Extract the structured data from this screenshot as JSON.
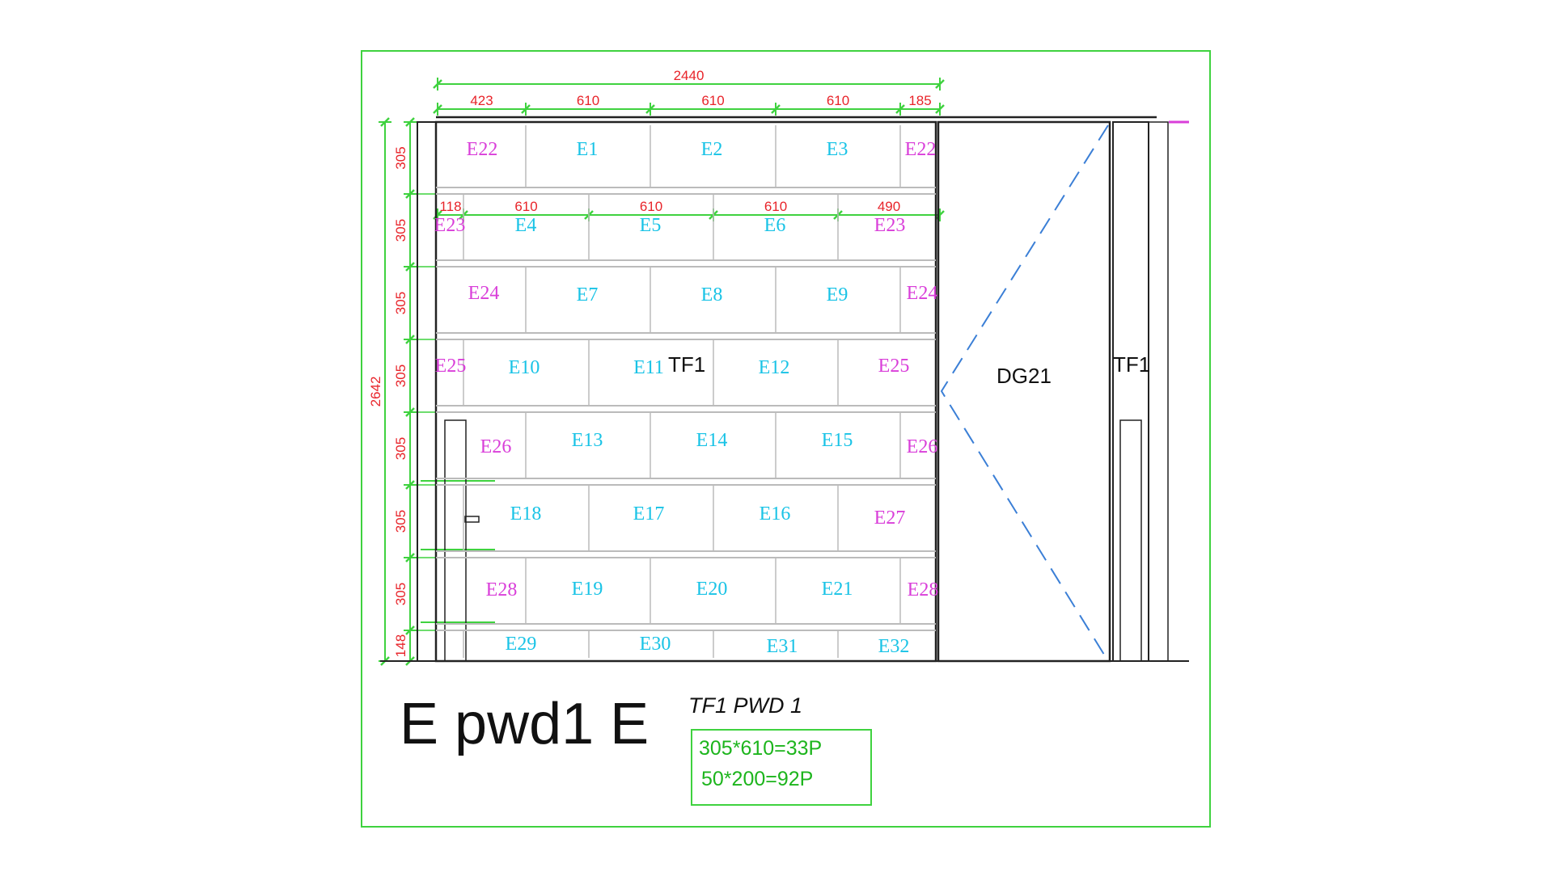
{
  "colors": {
    "frame": "#3fd23f",
    "dimension": "#e8242a",
    "tile_cyan": "#19c3e6",
    "tile_magenta": "#d93ed9",
    "door_swing": "#3b7fd6",
    "line": "#222222"
  },
  "dimensions": {
    "overall_width": "2440",
    "top_row": [
      "423",
      "610",
      "610",
      "610",
      "185"
    ],
    "second_row": [
      "118",
      "610",
      "610",
      "610",
      "490"
    ],
    "overall_height": "2642",
    "left_column": [
      "305",
      "305",
      "305",
      "305",
      "305",
      "305",
      "305",
      "148"
    ]
  },
  "tiles": [
    {
      "label": "E22",
      "color": "magenta"
    },
    {
      "label": "E1",
      "color": "cyan"
    },
    {
      "label": "E2",
      "color": "cyan"
    },
    {
      "label": "E3",
      "color": "cyan"
    },
    {
      "label": "E22",
      "color": "magenta"
    },
    {
      "label": "E23",
      "color": "magenta"
    },
    {
      "label": "E4",
      "color": "cyan"
    },
    {
      "label": "E5",
      "color": "cyan"
    },
    {
      "label": "E6",
      "color": "cyan"
    },
    {
      "label": "E23",
      "color": "magenta"
    },
    {
      "label": "E24",
      "color": "magenta"
    },
    {
      "label": "E7",
      "color": "cyan"
    },
    {
      "label": "E8",
      "color": "cyan"
    },
    {
      "label": "E9",
      "color": "cyan"
    },
    {
      "label": "E24",
      "color": "magenta"
    },
    {
      "label": "E25",
      "color": "magenta"
    },
    {
      "label": "E10",
      "color": "cyan"
    },
    {
      "label": "E11",
      "color": "cyan"
    },
    {
      "label": "E12",
      "color": "cyan"
    },
    {
      "label": "E25",
      "color": "magenta"
    },
    {
      "label": "E26",
      "color": "magenta"
    },
    {
      "label": "E13",
      "color": "cyan"
    },
    {
      "label": "E14",
      "color": "cyan"
    },
    {
      "label": "E15",
      "color": "cyan"
    },
    {
      "label": "E26",
      "color": "magenta"
    },
    {
      "label": "E18",
      "color": "cyan"
    },
    {
      "label": "E17",
      "color": "cyan"
    },
    {
      "label": "E16",
      "color": "cyan"
    },
    {
      "label": "E27",
      "color": "magenta"
    },
    {
      "label": "E28",
      "color": "magenta"
    },
    {
      "label": "E19",
      "color": "cyan"
    },
    {
      "label": "E20",
      "color": "cyan"
    },
    {
      "label": "E21",
      "color": "cyan"
    },
    {
      "label": "E28",
      "color": "magenta"
    },
    {
      "label": "E29",
      "color": "cyan"
    },
    {
      "label": "E30",
      "color": "cyan"
    },
    {
      "label": "E31",
      "color": "cyan"
    },
    {
      "label": "E32",
      "color": "cyan"
    }
  ],
  "labels": {
    "wall": "TF1",
    "door": "DG21",
    "right_wall": "TF1"
  },
  "title": "E pwd1 E",
  "subtitle": "TF1 PWD 1",
  "notes": [
    "305*610=33P",
    "50*200=92P"
  ]
}
